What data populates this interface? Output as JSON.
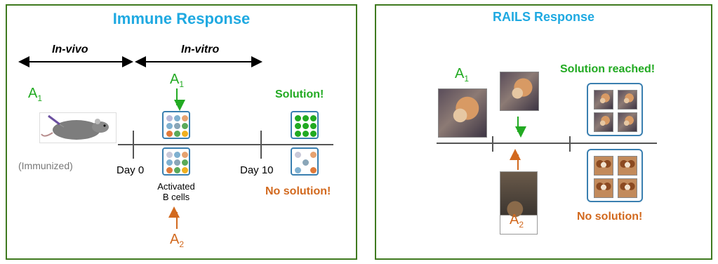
{
  "left_panel": {
    "title": "Immune Response",
    "in_vivo": "In-vivo",
    "in_vitro": "In-vitro",
    "a1_label": "A",
    "a1_sub": "1",
    "a1_top_label": "A",
    "a1_top_sub": "1",
    "a2_label": "A",
    "a2_sub": "2",
    "immunized": "(Immunized)",
    "day0": "Day 0",
    "day10": "Day 10",
    "activated_line1": "Activated",
    "activated_line2": "B cells",
    "solution": "Solution!",
    "no_solution": "No solution!",
    "colors": {
      "green": "#22aa22",
      "orange": "#d2691e",
      "blue": "#1fa9e1",
      "border": "#3f7a1f"
    }
  },
  "right_panel": {
    "title": "RAILS Response",
    "a1_label": "A",
    "a1_sub": "1",
    "a2_label": "A",
    "a2_sub": "2",
    "solution_reached": "Solution reached!",
    "no_solution": "No solution!"
  }
}
